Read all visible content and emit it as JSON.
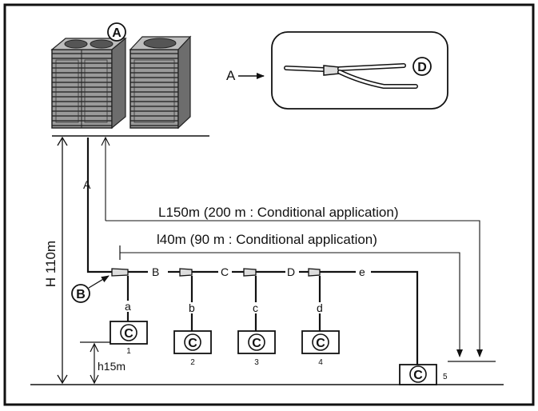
{
  "labels": {
    "outdoor_unit": "A",
    "pipe_main": "A",
    "detail_ref": "A",
    "branch_b": "B",
    "branch_c": "C",
    "branch_d": "D",
    "branch_e": "e",
    "joint": "B",
    "detail_joint": "D",
    "indoor_unit": "C",
    "pipe_a": "a",
    "pipe_b": "b",
    "pipe_c": "c",
    "pipe_d": "d"
  },
  "dimensions": {
    "long": "L150m (200 m : Conditional application)",
    "first_branch": "l40m (90 m : Conditional application)",
    "height_total": "H 110m",
    "height_indoor": "h15m"
  },
  "indoor_numbers": [
    "1",
    "2",
    "3",
    "4",
    "5"
  ]
}
